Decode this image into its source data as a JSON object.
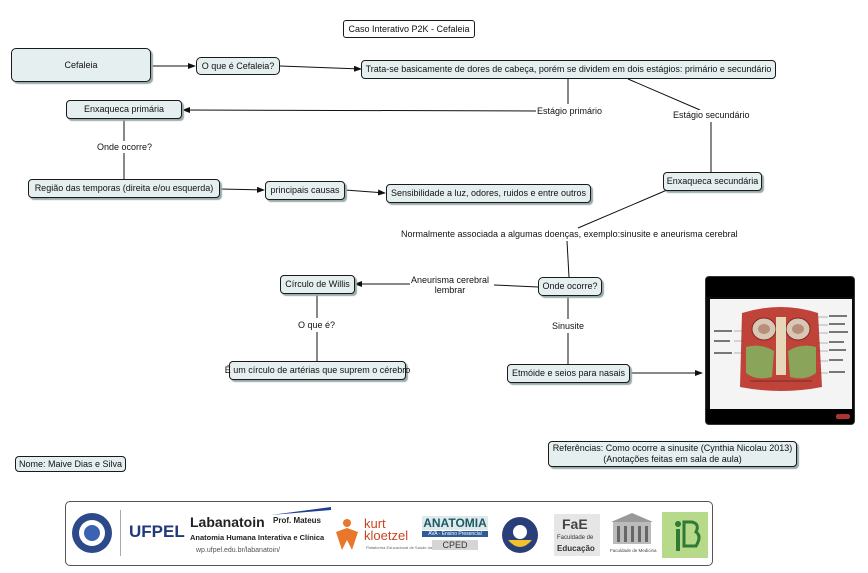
{
  "title": "Caso Interativo P2K - Cefaleia",
  "nodes": {
    "cefaleia": "Cefaleia",
    "q_cefaleia": "O que é Cefaleia?",
    "trata_se": "Trata-se basicamente de dores de cabeça, porém se dividem em dois estágios: primário e secundário",
    "primaria": "Enxaqueca primária",
    "regiao": "Região das temporas (direita e/ou esquerda)",
    "causas": "principais causas",
    "sensibilidade": "Sensibilidade a luz, odores, ruidos e entre outros",
    "secundaria": "Enxaqueca secundária",
    "onde_ocorre2": "Onde ocorre?",
    "willis": "Círculo de Willis",
    "circulo_def": "É um círculo de artérias que suprem o cérebro",
    "etmoide": "Etmóide e seios para nasais",
    "nome": "Nome: Maive Dias e Silva",
    "referencias": [
      "Referências: Como ocorre a sinusite (Cynthia Nicolau 2013)",
      "(Anotações feitas em sala de aula)"
    ]
  },
  "link_labels": {
    "estagio_primario": "Estágio primário",
    "estagio_secundario": "Estágio secundário",
    "onde_ocorre1": "Onde ocorre?",
    "normalmente": "Normalmente associada a algumas doenças, exemplo:sinusite e aneurisma cerebral",
    "aneurisma": [
      "Aneurisma cerebral",
      "lembrar"
    ],
    "o_que_e": "O que é?",
    "sinusite": "Sinusite"
  },
  "logos": {
    "ufpel": "UFPEL",
    "labanatoin": "Labanatoin",
    "labanatoin_sub": "Anatomia Humana Interativa e Clínica",
    "labanatoin_url": "wp.ufpel.edu.br/labanatoin/",
    "prof": "Prof. Mateus",
    "kurt": "kurt",
    "kloetzel": "kloetzel",
    "kurt_sub": "Plataforma Educacional de Saúde da Família",
    "anatomia": "ANATOMIA",
    "anatomia_sub": "AVA - Ensino Presencial",
    "cped": "CPED",
    "fae_line1": "Faculdade de",
    "fae_line2": "Educação",
    "medicina": "Faculdade de Medicina"
  }
}
